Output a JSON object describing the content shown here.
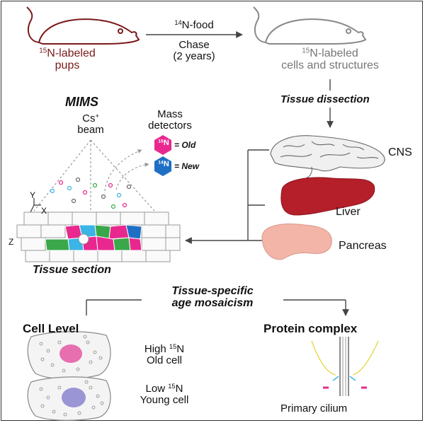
{
  "top": {
    "pups_label": [
      "N-labeled",
      "pups"
    ],
    "pups_sup": "15",
    "food_sup": "14",
    "food_label": "N-food",
    "chase_label": [
      "Chase",
      "(2 years)"
    ],
    "cells_sup": "15",
    "cells_label": [
      "N-labeled",
      "cells and structures"
    ]
  },
  "dissection": {
    "label": "Tissue dissection",
    "organs": [
      "CNS",
      "Liver",
      "Pancreas"
    ]
  },
  "mims": {
    "title": "MIMS",
    "beam_label": "Cs",
    "beam_sup": "+",
    "beam_label2": "beam",
    "detectors_label": [
      "Mass",
      "detectors"
    ],
    "old_sup": "15",
    "old_element": "N",
    "old_label": "= Old",
    "new_sup": "14",
    "new_element": "N",
    "new_label": "= New",
    "axes": [
      "Y",
      "X",
      "Z"
    ],
    "section_label": "Tissue section"
  },
  "mosaicism": {
    "title": [
      "Tissue-specific",
      "age mosaicism"
    ]
  },
  "cell_level": {
    "title": "Cell Level",
    "high": "High",
    "high_sup": "15",
    "high_el": "N",
    "old_cell": "Old cell",
    "low": "Low",
    "low_sup": "15",
    "low_el": "N",
    "young_cell": "Young cell"
  },
  "protein": {
    "title": "Protein complex",
    "cilium_label": "Primary cilium"
  },
  "colors": {
    "old": "#e8288f",
    "new": "#1f6fc4",
    "liver": "#b51f2a",
    "pancreas": "#f2b5a8",
    "pup_outline": "#7a1a1a",
    "green": "#3aa84a",
    "cyan": "#3bb4e6"
  }
}
